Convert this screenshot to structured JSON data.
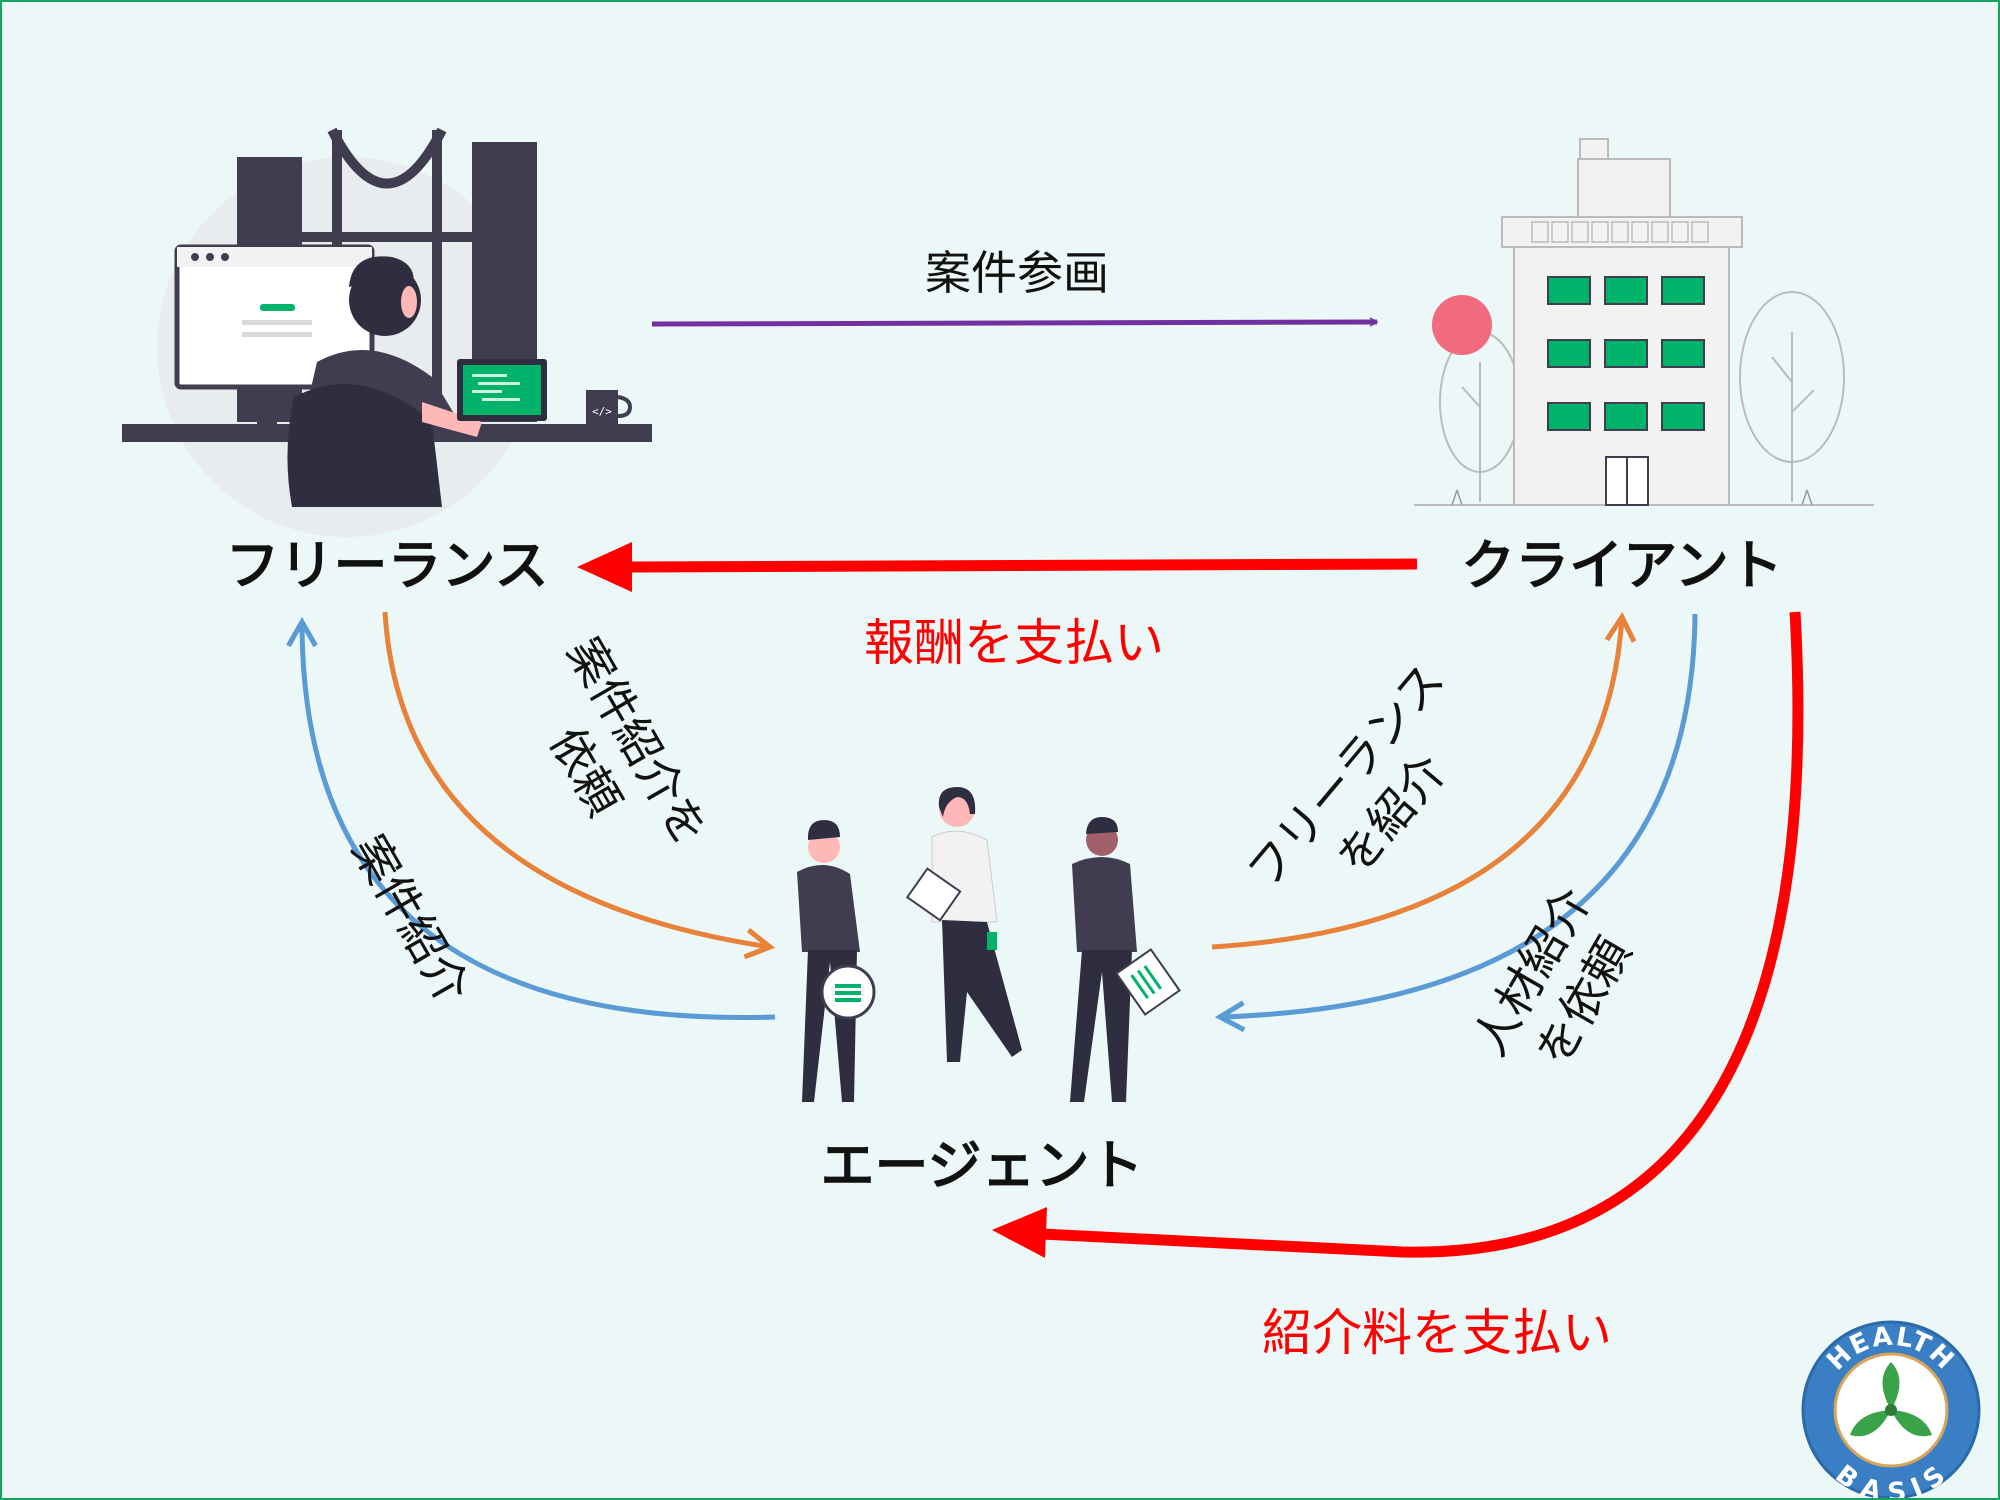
{
  "nodes": {
    "freelance": "フリーランス",
    "client": "クライアント",
    "agent": "エージェント"
  },
  "edges": {
    "project_participation": "案件参画",
    "pay_reward": "報酬を支払い",
    "request_introduction_line1": "案件紹介を",
    "request_introduction_line2": "依頼",
    "project_introduction": "案件紹介",
    "introduce_freelance_line1": "フリーランス",
    "introduce_freelance_line2": "を紹介",
    "request_talent_line1": "人材紹介",
    "request_talent_line2": "を依頼",
    "pay_fee": "紹介料を支払い"
  },
  "logo": {
    "top": "HEALTH",
    "bottom": "BASIS"
  },
  "colors": {
    "border": "#1aa260",
    "background": "#ecf8f7",
    "purple": "#7030a0",
    "red": "#ff0000",
    "orange": "#e8823a",
    "blue": "#5b9bd5",
    "accent_green": "#00b36b"
  }
}
